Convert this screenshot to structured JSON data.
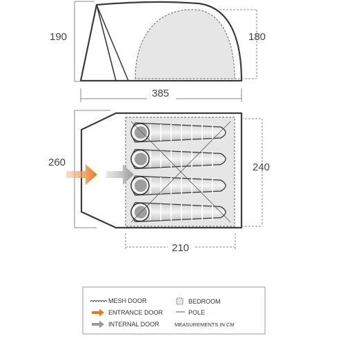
{
  "side_view": {
    "height_dimension": "190",
    "inner_height_dimension": "180",
    "length_dimension": "385"
  },
  "floor_plan": {
    "width_dimension": "260",
    "bedroom_width_dimension": "240",
    "bedroom_length_dimension": "210",
    "sleeping_bag_count": 4
  },
  "legend": {
    "mesh_door": "MESH DOOR",
    "entrance_door": "ENTRANCE DOOR",
    "internal_door": "INTERNAL DOOR",
    "bedroom": "BEDROOM",
    "pole": "POLE",
    "measurements": "MEASUREMENTS IN CM"
  },
  "colors": {
    "outline": "#3a3a3a",
    "inner_fill": "#e6e6e6",
    "entrance_arrow": "#e87722",
    "internal_arrow": "#9a9a9a"
  }
}
